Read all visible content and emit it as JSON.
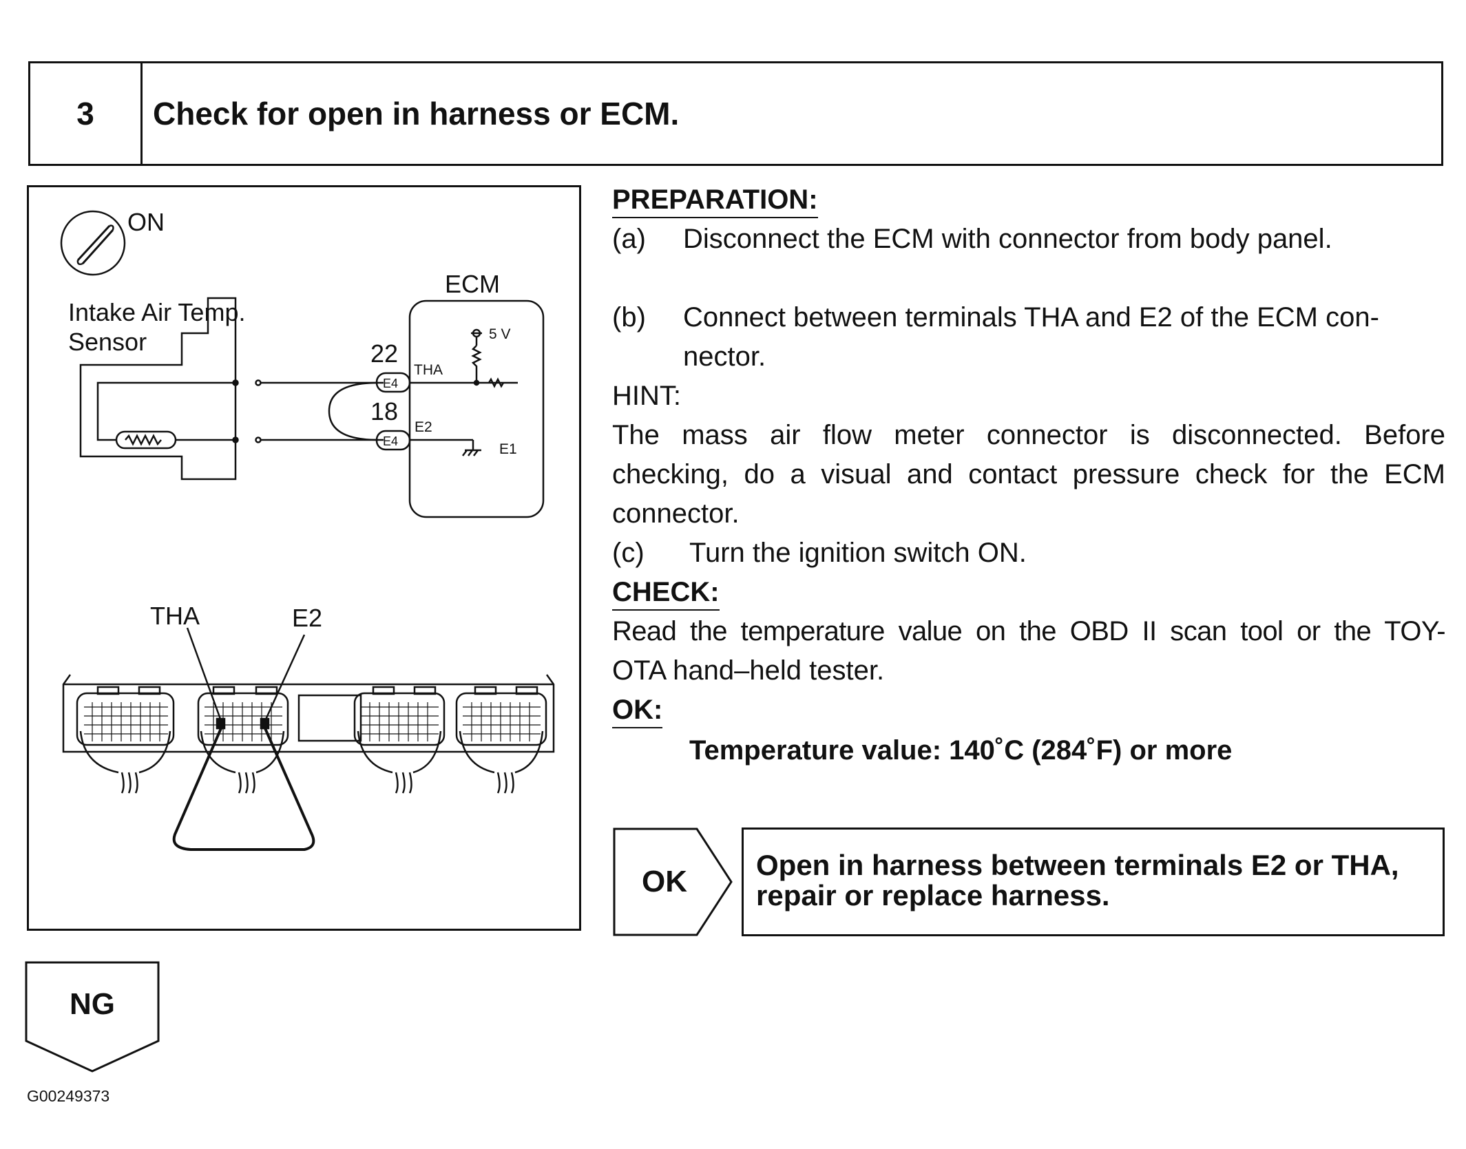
{
  "header": {
    "step_number": "3",
    "title": "Check for open in harness or ECM."
  },
  "diagram": {
    "ignition_label": "ON",
    "ecm_label": "ECM",
    "sensor_label_line1": "Intake Air Temp.",
    "sensor_label_line2": "Sensor",
    "voltage_label": "5 V",
    "pin_22": "22",
    "pin_18": "18",
    "connector_1": "E4",
    "connector_2": "E4",
    "term_tha": "THA",
    "term_e2": "E2",
    "term_e1": "E1",
    "connector_label_tha": "THA",
    "connector_label_e2": "E2"
  },
  "preparation": {
    "heading": "PREPARATION:",
    "step_a_label": "(a)",
    "step_a_text": "Disconnect the ECM with connector from body panel.",
    "step_b_label": "(b)",
    "step_b_line1": "Connect between terminals THA and E2 of the ECM con-",
    "step_b_line2": "nector."
  },
  "hint": {
    "heading": "HINT:",
    "line1": "The mass air flow meter connector is disconnected. Before",
    "line2": "checking, do a visual and contact pressure check for the ECM",
    "line3": "connector.",
    "step_c_label": "(c)",
    "step_c_text": "Turn the ignition switch ON."
  },
  "check": {
    "heading": "CHECK:",
    "line1": "Read the temperature value on the OBD II scan tool or the TOY-",
    "line2": "OTA hand–held tester."
  },
  "ok": {
    "heading": "OK:",
    "spec": "Temperature value:  140˚C (284˚F) or more"
  },
  "result": {
    "ok_label": "OK",
    "line1": "Open in harness between terminals E2 or THA,",
    "line2": "repair or replace harness."
  },
  "ng_label": "NG",
  "figure_id": "G00249373"
}
